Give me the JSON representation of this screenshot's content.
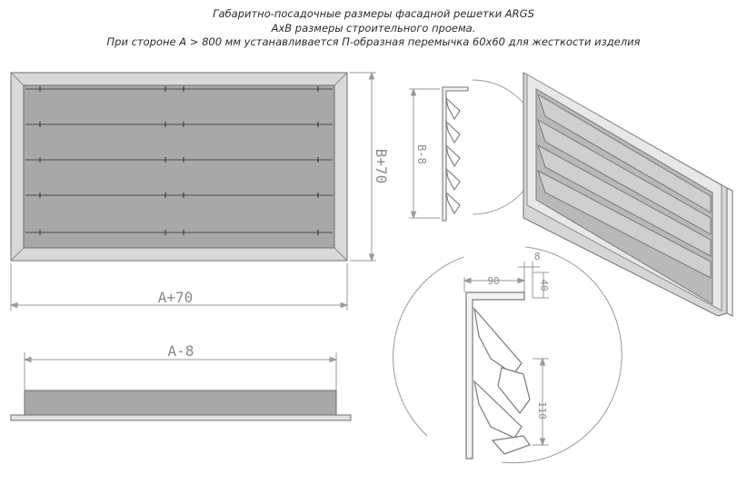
{
  "header": {
    "line1": "Габаритно-посадочные размеры фасадной решетки ARGS",
    "line2": "АхВ размеры строительного проема.",
    "line3": "При стороне А > 800 мм устанавливается П-образная перемычка 60х60 для жесткости изделия"
  },
  "dimensions": {
    "front_width": "A+70",
    "front_height": "B+70",
    "inner_height": "B-8",
    "bottom_width": "A-8",
    "detail_width": "90",
    "detail_gap": "8",
    "detail_depth": "40",
    "detail_pitch": "110"
  },
  "colors": {
    "frame": "#d9d9d9",
    "panel": "#a8a8a8",
    "line": "#6e6e6e",
    "dim": "#9a9a9a"
  }
}
